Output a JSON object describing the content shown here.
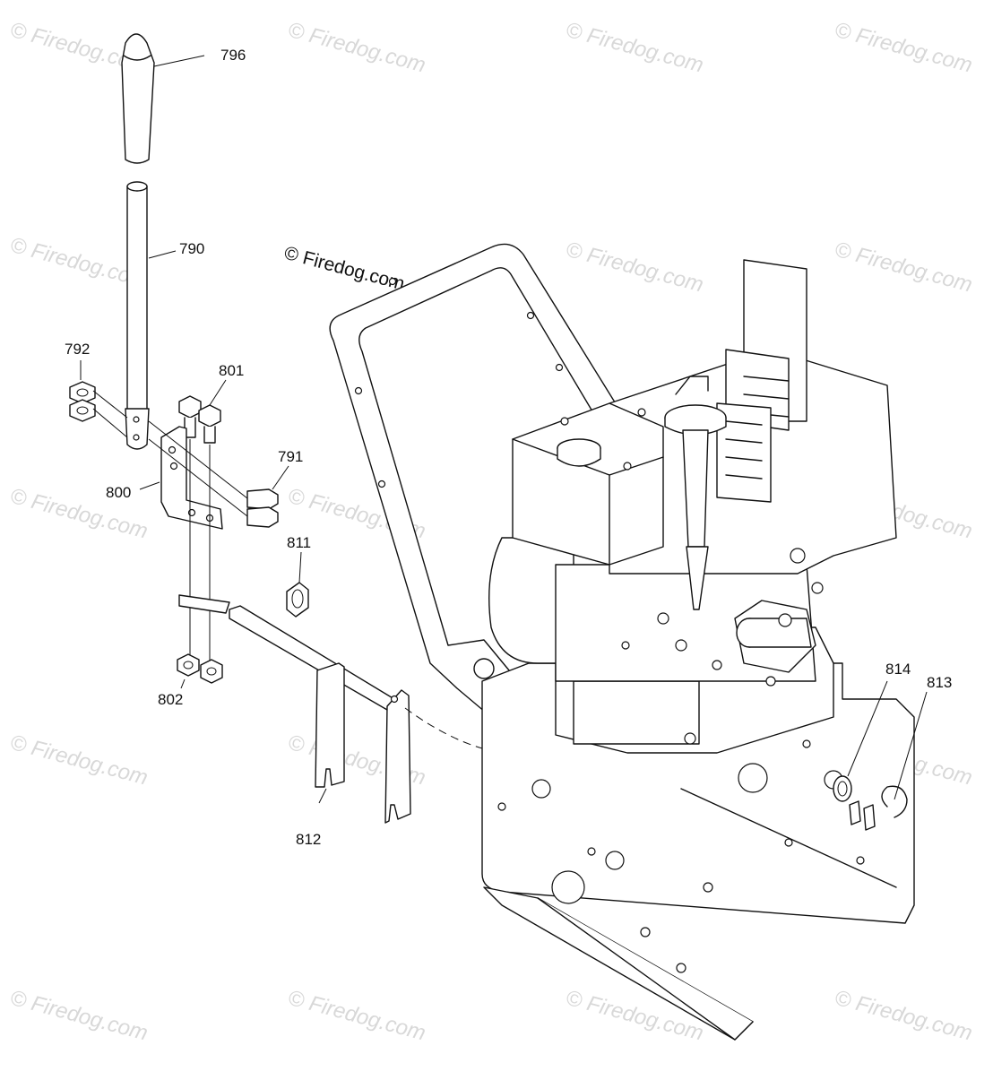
{
  "copyright": "© Firedog.com",
  "watermark": {
    "text": "© Firedog.com",
    "color": "#d8d8d8"
  },
  "callouts": {
    "p796": "796",
    "p790": "790",
    "p792": "792",
    "p801": "801",
    "p791": "791",
    "p800": "800",
    "p811": "811",
    "p802": "802",
    "p812": "812",
    "p814": "814",
    "p813": "813"
  }
}
